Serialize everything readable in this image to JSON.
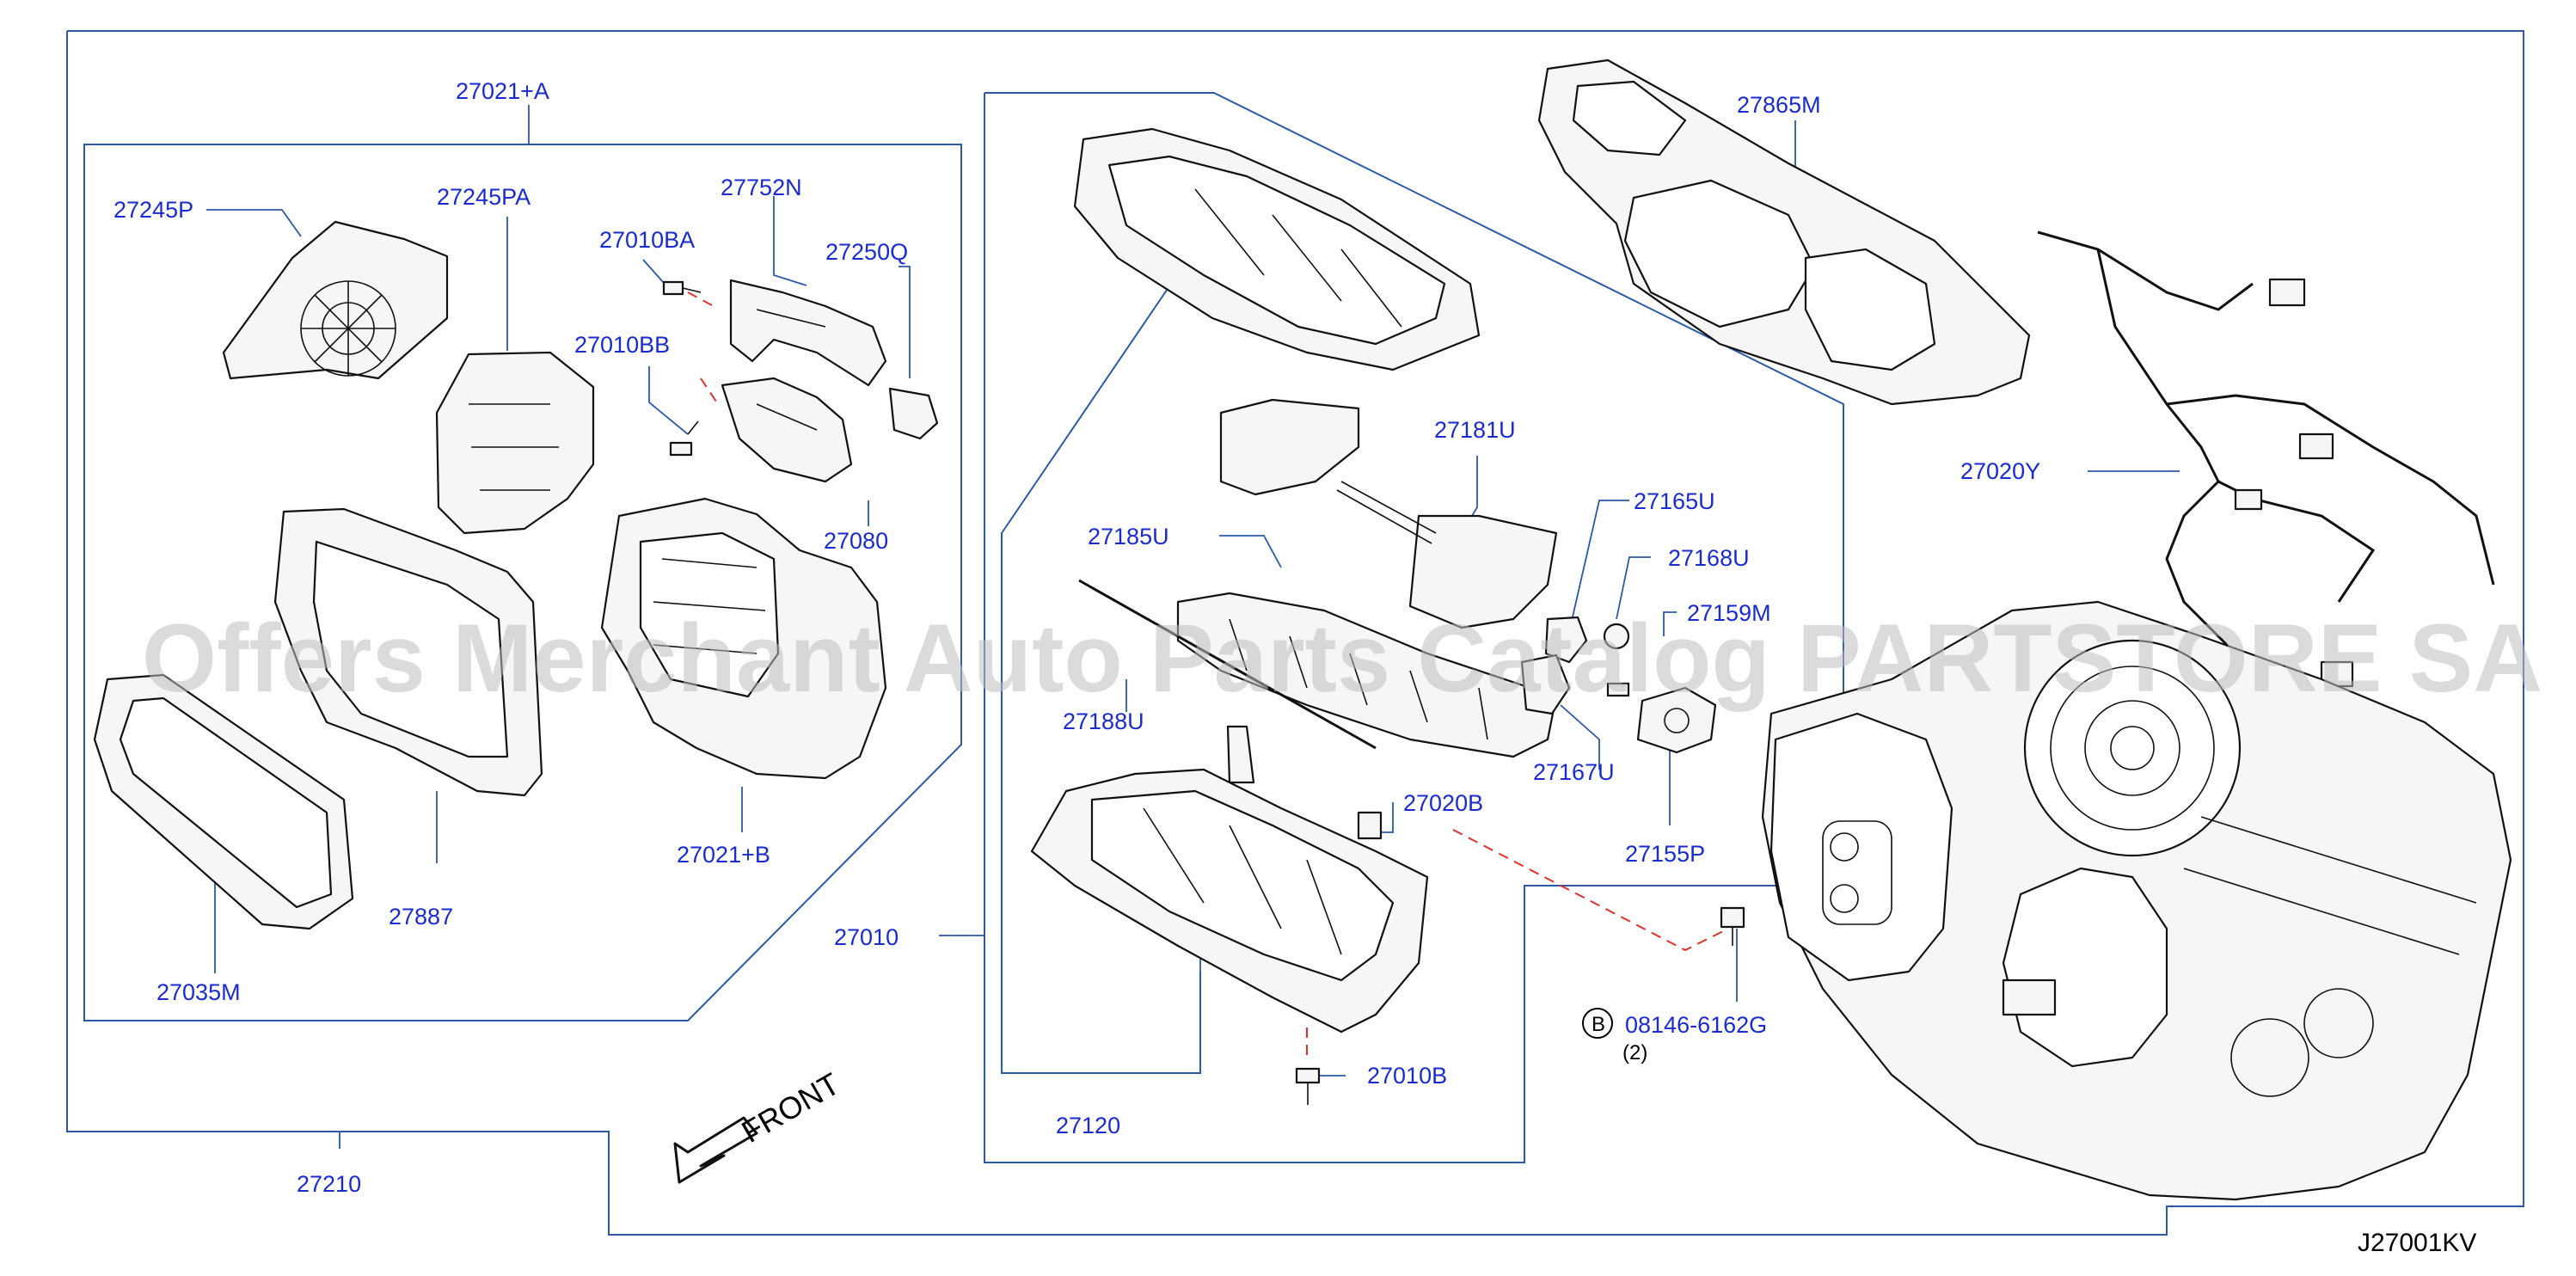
{
  "diagram_code": "J27001KV",
  "watermark": "Offers Merchant Auto Parts Catalog PARTSTORE SA",
  "front_label": "FRONT",
  "bolt_symbol": "B",
  "bolt_qty": "(2)",
  "parts": {
    "p27021A": "27021+A",
    "p27245P": "27245P",
    "p27245PA": "27245PA",
    "p27752N": "27752N",
    "p27010BA": "27010BA",
    "p27250Q": "27250Q",
    "p27010BB": "27010BB",
    "p27080": "27080",
    "p27887": "27887",
    "p27021B": "27021+B",
    "p27035M": "27035M",
    "p27010": "27010",
    "p27210": "27210",
    "p27865M": "27865M",
    "p27181U": "27181U",
    "p27185U": "27185U",
    "p27188U": "27188U",
    "p27165U": "27165U",
    "p27168U": "27168U",
    "p27159M": "27159M",
    "p27167U": "27167U",
    "p27155P": "27155P",
    "p27020B": "27020B",
    "p27120": "27120",
    "p27010B": "27010B",
    "p08146": "08146-6162G",
    "p27020Y": "27020Y"
  }
}
